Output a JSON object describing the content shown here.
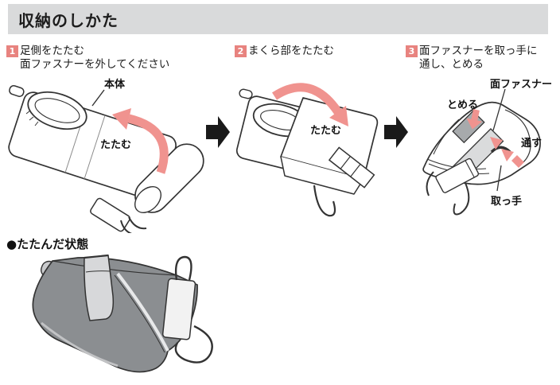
{
  "header": {
    "title": "収納のしかた"
  },
  "steps": [
    {
      "number": "1",
      "line1": "足側をたたむ",
      "line2": "面ファスナーを外してください"
    },
    {
      "number": "2",
      "line1": "まくら部をたたむ",
      "line2": ""
    },
    {
      "number": "3",
      "line1": "面ファスナーを取っ手に",
      "line2": "通し、とめる"
    }
  ],
  "figure1": {
    "label_body": "本体",
    "label_fold": "たたむ"
  },
  "figure2": {
    "label_fold": "たたむ"
  },
  "figure3": {
    "label_fastener": "面ファスナー",
    "label_secure": "とめる",
    "label_pass": "通す",
    "label_handle": "取っ手"
  },
  "folded_state": {
    "heading": "●たたんだ状態"
  },
  "colors": {
    "header_bg": "#d9dadb",
    "step_badge": "#e8837f",
    "arrow_pink": "#f0938f",
    "outline": "#333333",
    "bag_gray": "#8b8e91",
    "strap_light": "#d7d8da",
    "strap_dark": "#a7aaac"
  }
}
